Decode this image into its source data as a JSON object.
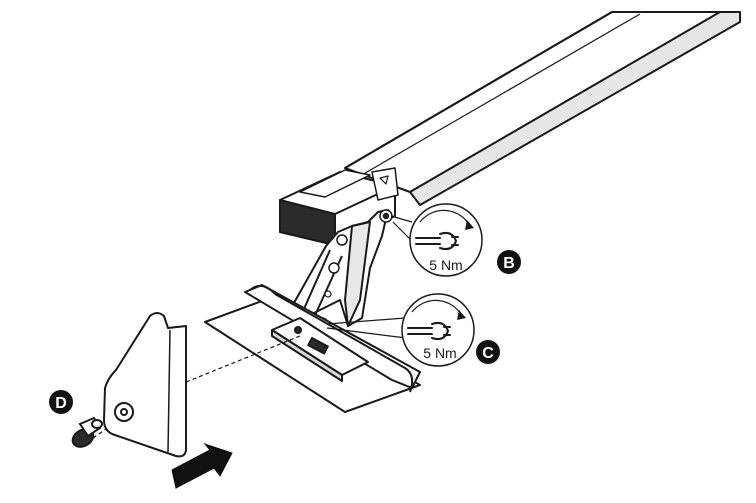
{
  "colors": {
    "line": "#1a1a1a",
    "fill": "#ffffff",
    "shade": "#d9d9d9",
    "dark": "#2b2b2b",
    "badge": "#111111"
  },
  "torque_callouts": [
    {
      "id": "B",
      "torque": "5 Nm",
      "icon": "wrench-icon"
    },
    {
      "id": "C",
      "torque": "5 Nm",
      "icon": "wrench-icon"
    }
  ],
  "part_labels": [
    {
      "id": "D",
      "part": "end-cap-plug"
    }
  ],
  "assembly_arrow": {
    "icon": "insert-direction-arrow-icon"
  }
}
